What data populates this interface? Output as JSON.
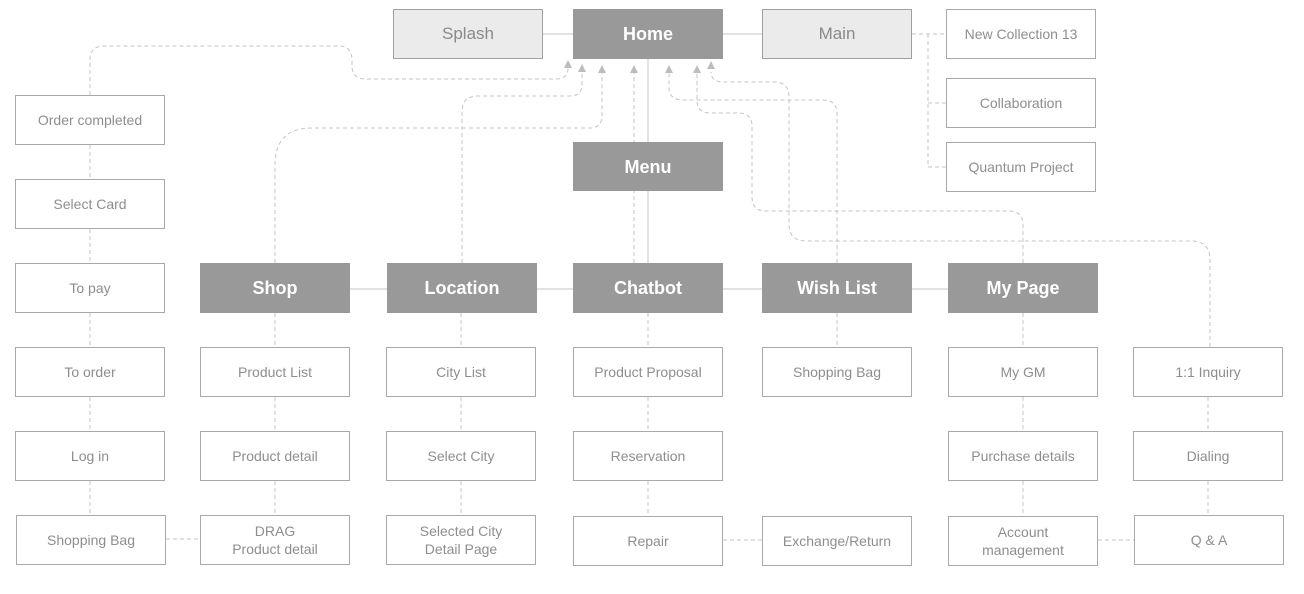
{
  "top": {
    "splash": "Splash",
    "home": "Home",
    "main": "Main",
    "menu": "Menu"
  },
  "main_children": [
    "New Collection 13",
    "Collaboration",
    "Quantum Project"
  ],
  "sections": {
    "shop": "Shop",
    "location": "Location",
    "chatbot": "Chatbot",
    "wish_list": "Wish List",
    "my_page": "My Page"
  },
  "checkout_flow": [
    "Order completed",
    "Select Card",
    "To pay",
    "To order",
    "Log in",
    "Shopping Bag"
  ],
  "shop_pages": [
    "Product List",
    "Product detail",
    "DRAG",
    "Product detail"
  ],
  "location_pages": [
    "City List",
    "Select City",
    "Selected City",
    "Detail Page"
  ],
  "chatbot_pages": [
    "Product Proposal",
    "Reservation",
    "Repair",
    "Exchange/Return"
  ],
  "wish_list_pages": [
    "Shopping Bag"
  ],
  "my_page_pages": [
    "My GM",
    "Purchase details",
    "Account",
    "management"
  ],
  "inquiry_pages": [
    "1:1 Inquiry",
    "Dialing",
    "Q & A"
  ],
  "colors": {
    "primary_box": "#999999",
    "secondary_box": "#ebebeb",
    "outline": "#a9a9a9",
    "connector": "#c4c4c4"
  }
}
